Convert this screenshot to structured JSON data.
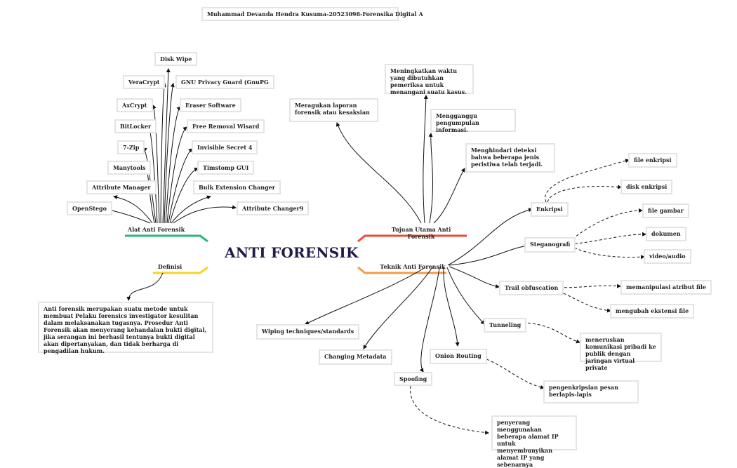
{
  "header": {
    "text": "Muhammad Devanda Hendra Kusuma-20523098-Forensika Digital A"
  },
  "root": {
    "label": "ANTI FORENSIK"
  },
  "branches": {
    "alat": "Alat Anti Forensik",
    "tujuan": "Tujuan Utama Anti Forensik",
    "definisi": "Definisi",
    "teknik": "Teknik Anti Forensik"
  },
  "colors": {
    "alat": "#2bb673",
    "tujuan": "#e94b35",
    "definisi": "#f5d327",
    "teknik": "#f39c4a"
  },
  "alat_items": [
    "Disk Wipe",
    "VeraCrypt",
    "GNU Privacy Guard (GnuPG",
    "AxCrypt",
    "Eraser Software",
    "BitLocker",
    "Free Removal Wisard",
    "7-Zip",
    "Invisible Secret 4",
    "Manytools",
    "Timstomp GUI",
    "Attribute Manager",
    "Bulk Extension Changer",
    "OpenStego",
    "Attribute Changer9"
  ],
  "tujuan_items": [
    "Meningkatkan waktu yang dibutuhkan pemeriksa untuk menangani suatu kasus.",
    "Meragukan laporan forensik atau kesaksian",
    "Mengganggu pengumpulan informasi.",
    "Menghindari deteksi bahwa beberapa jenis peristiwa telah terjadi."
  ],
  "definisi_text": "Anti forensik merupakan suatu metode untuk membuat Pelaku forensics investigator kesulitan dalam melaksanakan tugasnya. Prosedur Anti Forensik akan menyerang kehandalan bukti digital, jika serangan ini berhasil tentunya bukti digital akan dipertanyakan, dan tidak berharga di pengadilan hukum.",
  "teknik": {
    "enkripsi": {
      "label": "Enkripsi",
      "children": [
        "file enkripsi",
        "disk enkripsi"
      ]
    },
    "steganografi": {
      "label": "Steganografi",
      "children": [
        "file gambar",
        "dokumen",
        "video/audio"
      ]
    },
    "trail": {
      "label": "Trail obfuscation",
      "children": [
        "memanipulasi atribut file",
        "mengubah ekstensi file"
      ]
    },
    "tunneling": {
      "label": "Tunneling",
      "children": [
        "meneruskan komunikasi pribadi ke publik dengan jaringan virtual private"
      ]
    },
    "onion": {
      "label": "Onion Routing",
      "children": [
        "pengenkripsian pesan berlapis-lapis"
      ]
    },
    "spoofing": {
      "label": "Spoofing",
      "children": [
        "penyerang menggunakan beberapa alamat IP untuk menyembunyikan alamat IP yang sebenarnya"
      ]
    },
    "wiping": {
      "label": "Wiping techniques/standards"
    },
    "metadata": {
      "label": "Changing Metadata"
    }
  }
}
